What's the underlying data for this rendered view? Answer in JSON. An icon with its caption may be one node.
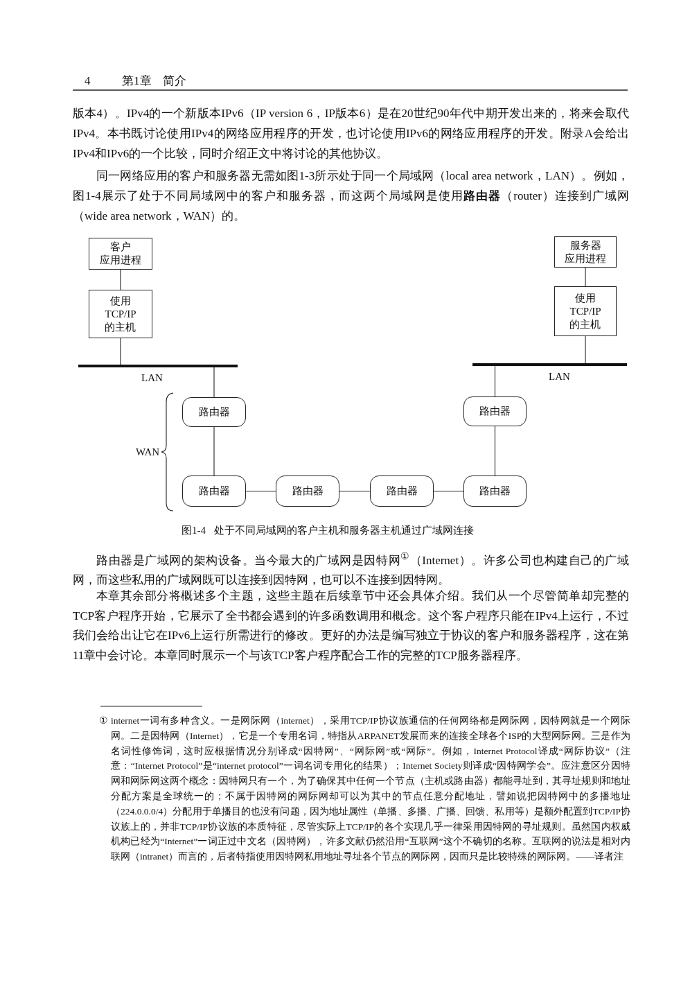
{
  "diagram": {
    "caption": "图1-4 处于不同局域网的客户主机和服务器主机通过广域网连接",
    "nodes": [
      {
        "text": [
          "客户应用进程"
        ]
      },
      {
        "text": [
          "使用TCP/IP的主机"
        ]
      },
      {
        "text": [
          "服务器应用进程"
        ]
      },
      {
        "text": [
          "使用TCP/IP的主机"
        ]
      },
      {
        "text": [],
        "shape": "bar"
      },
      {
        "text": [],
        "shape": "bar"
      },
      {
        "text": [
          "路由器"
        ]
      },
      {
        "text": [
          "路由器"
        ]
      },
      {
        "text": [
          "路由器"
        ]
      },
      {
        "text": [
          "路由器"
        ]
      },
      {
        "text": [
          "路由器"
        ]
      },
      {
        "text": [
          "路由器"
        ]
      }
    ],
    "edges": [
      {
        "from": 0,
        "to": 1,
        "arrow": "none"
      },
      {
        "from": 1,
        "to": 4,
        "arrow": "none"
      },
      {
        "from": 4,
        "to": 6,
        "arrow": "none"
      },
      {
        "from": 6,
        "to": 8,
        "arrow": "none"
      },
      {
        "from": 8,
        "to": 9,
        "arrow": "none"
      },
      {
        "from": 9,
        "to": 10,
        "arrow": "none"
      },
      {
        "from": 10,
        "to": 11,
        "arrow": "none"
      },
      {
        "from": 11,
        "to": 7,
        "arrow": "none"
      },
      {
        "from": 7,
        "to": 5,
        "arrow": "none"
      },
      {
        "from": 5,
        "to": 3,
        "arrow": "none"
      },
      {
        "from": 3,
        "to": 2,
        "arrow": "none"
      }
    ],
    "labels": [
      "4",
      "第1章 简介",
      "版本4）。IPv4的一个新版本IPv6（IP version 6，IP版本6）是在20世纪90年代中期开发出来的，将来会取代IPv4。本书既讨论使用IPv4的网络应用程序的开发，也讨论使用IPv6的网络应用程序的开发。附录A会给出IPv4和IPv6的一个比较，同时介绍正文中将讨论的其他协议。",
      "同一网络应用的客户和服务器无需如图1-3所示处于同一个局域网（local area network，LAN）。例如，图1-4展示了处于不同局域网中的客户和服务器，而这两个局域网是使用**路由器**（router）连接到广域网（wide area network，WAN）的。",
      "LAN",
      "LAN",
      "WAN",
      "路由器是广域网的架构设备。当今最大的广域网是因特网$^{①}$（Internet）。许多公司也构建自己的广域网，而这些私用的广域网既可以连接到因特网，也可以不连接到因特网。",
      "本章其余部分将概述多个主题，这些主题在后续章节中还会具体介绍。我们从一个尽管简单却完整的TCP客户程序开始，它展示了全书都会遇到的许多函数调用和概念。这个客户程序只能在IPv4上运行，不过我们会给出让它在IPv6上运行所需进行的修改。更好的办法是编写独立于协议的客户和服务器程序，这在第11章中会讨论。本章同时展示一个与该TCP客户程序配合工作的完整的TCP服务器程序。",
      "①",
      "internet一词有多种含义。一是网际网（internet），采用TCP/IP协议族通信的任何网络都是网际网，因特网就是一个网际网。二是因特网（Internet），它是一个专用名词，特指从ARPANET发展而来的连接全球各个ISP的大型网际网。三是作为名词性修饰词，这时应根据情况分别译成“因特网”、“网际网”或“网际”。例如，Internet Protocol译成“网际协议”（注意：“Internet Protocol”是“internet protocol”一词名词专用化的结果）；Internet Society则译成“因特网学会”。应注意区分因特网和网际网这两个概念：因特网只有一个，为了确保其中任何一个节点（主机或路由器）都能寻址到，其寻址规则和地址分配方案是全球统一的；不属于因特网的网际网却可以为其中的节点任意分配地址，譬如说把因特网中的多播地址（224.0.0.0/4）分配用于单播目的也没有问题，因为地址属性（单播、多播、广播、回馈、私用等）是额外配置到TCP/IP协议族上的，并非TCP/IP协议族的本质特征，尽管实际上TCP/IP的各个实现几乎一律采用因特网的寻址规则。虽然国内权威机构已经为“Internet”一词正过中文名（因特网），许多文献仍然沿用“互联网”这个不确切的名称。互联网的说法是相对内联网（intranet）而言的，后者特指使用因特网私用地址寻址各个节点的网际网，因而只是比较特殊的网际网。——译者注"
    ]
  }
}
